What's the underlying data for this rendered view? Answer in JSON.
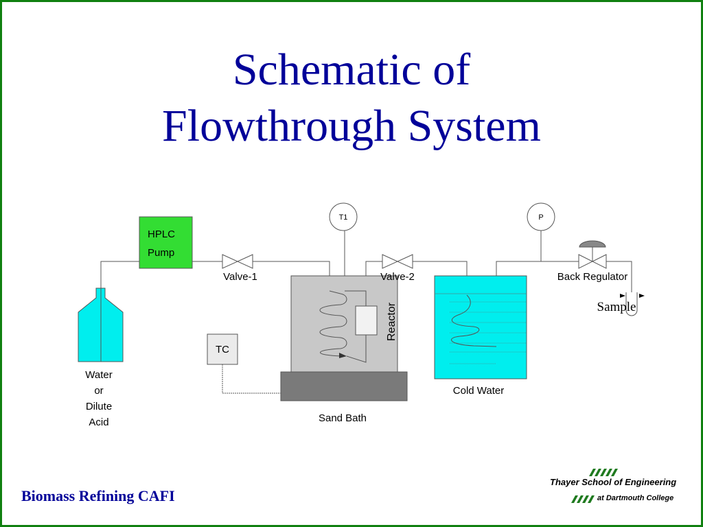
{
  "slide": {
    "title_line1": "Schematic of",
    "title_line2": "Flowthrough System",
    "footer": "Biomass Refining CAFI",
    "logo_line1": "Thayer School of Engineering",
    "logo_line2": "at Dartmouth College",
    "border_color": "#108010",
    "title_color": "#000099"
  },
  "diagram": {
    "pump": {
      "line1": "HPLC",
      "line2": "Pump",
      "color": "#33dd33"
    },
    "valve1": "Valve-1",
    "valve2": "Valve-2",
    "gauge_t1": "T1",
    "gauge_p": "P",
    "back_regulator": "Back Regulator",
    "sample": "Sample",
    "reactor": "Reactor",
    "tc": "TC",
    "sand_bath": "Sand Bath",
    "cold_water": "Cold Water",
    "reservoir": [
      "Water",
      "or",
      "Dilute",
      "Acid"
    ],
    "water_color": "#00eeee"
  }
}
